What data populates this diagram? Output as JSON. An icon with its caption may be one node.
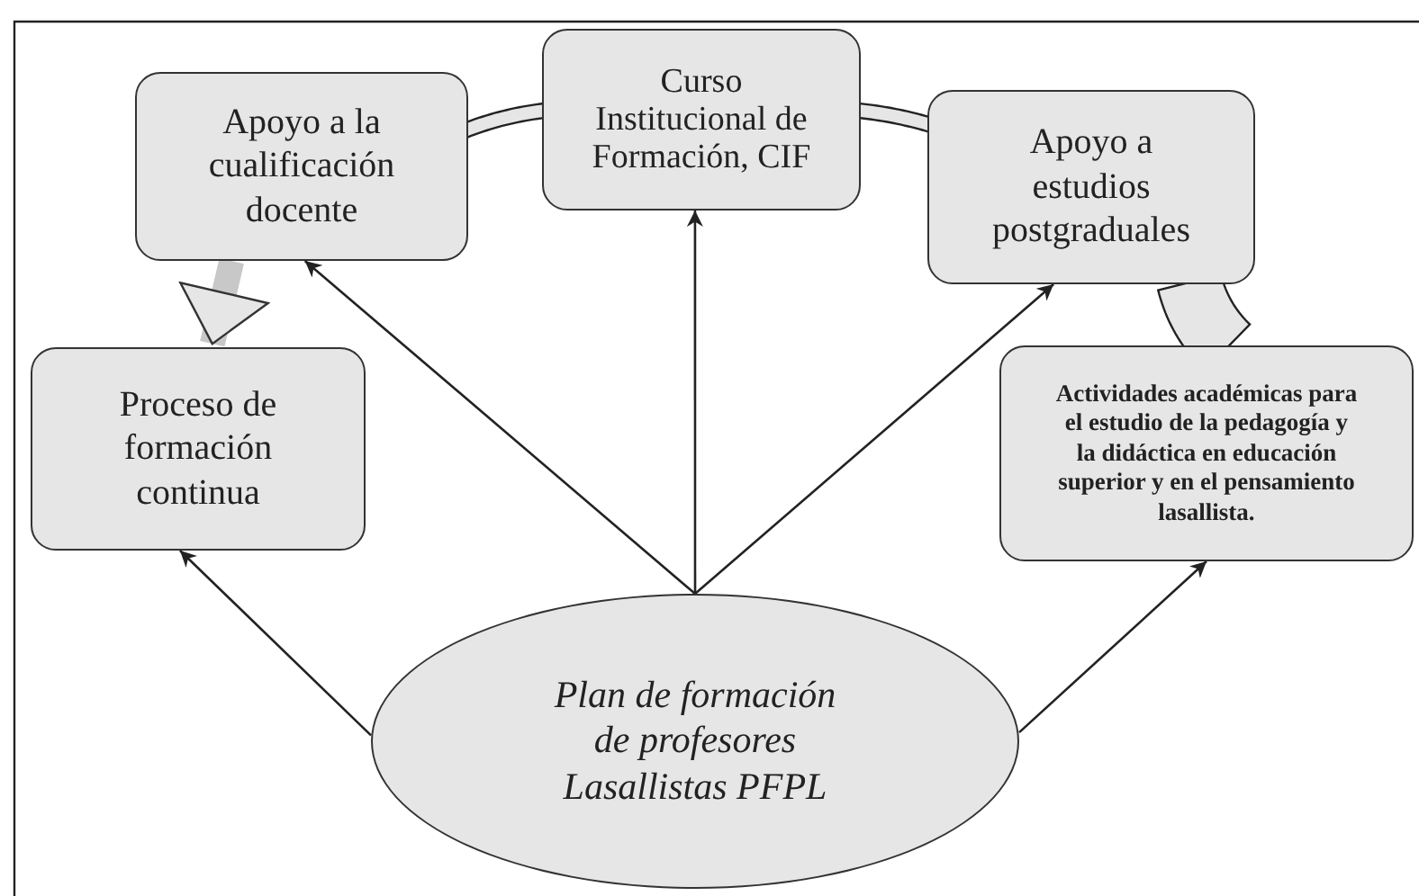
{
  "diagram": {
    "nodes": [
      {
        "text": [
          "Apoyo a la cualificación docente"
        ]
      },
      {
        "text": [
          "Curso Institucional de Formación, CIF"
        ]
      },
      {
        "text": [
          "Apoyo a estudios postgraduales"
        ]
      },
      {
        "text": [
          "Proceso de formación continua"
        ]
      },
      {
        "text": [
          "Actividades académicas para el estudio de la pedagogía y la didáctica en educación superior y en el pensamiento lasallista."
        ]
      },
      {
        "text": [
          "Plan de formación de profesores Lasallistas PFPL"
        ]
      }
    ],
    "edges": [
      {
        "from": 5,
        "to": 0,
        "arrow": "to"
      },
      {
        "from": 5,
        "to": 1,
        "arrow": "to"
      },
      {
        "from": 5,
        "to": 2,
        "arrow": "to"
      },
      {
        "from": 5,
        "to": 3,
        "arrow": "to"
      },
      {
        "from": 5,
        "to": 4,
        "arrow": "to"
      },
      {
        "from": 0,
        "to": 1,
        "arrow": "none",
        "style": "thick"
      },
      {
        "from": 1,
        "to": 2,
        "arrow": "none",
        "style": "thick"
      },
      {
        "from": 0,
        "to": 3,
        "arrow": "to",
        "style": "thick",
        "color": "#c8c8c8"
      },
      {
        "from": 2,
        "to": 4,
        "arrow": "none",
        "style": "thick"
      }
    ]
  }
}
